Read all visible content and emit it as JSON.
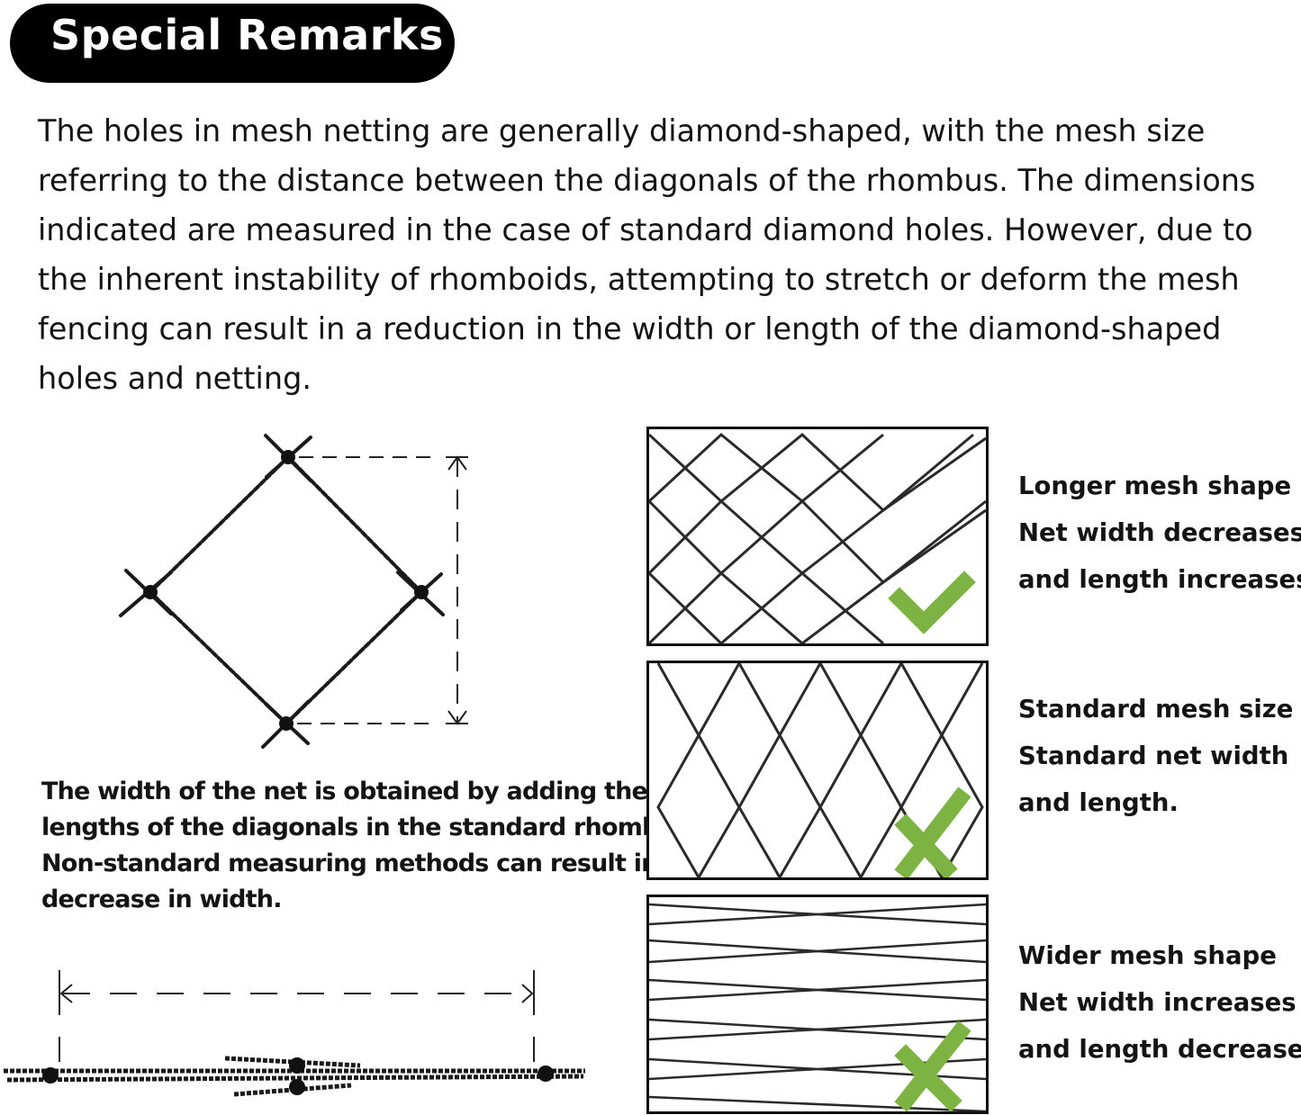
{
  "header": {
    "title": "Special Remarks"
  },
  "intro_lines": [
    "The holes in mesh netting are generally diamond-shaped, with the mesh size",
    "referring to the distance between the diagonals of the rhombus. The dimensions",
    "indicated are measured in the case of standard diamond holes. However, due to",
    "the inherent instability of rhomboids, attempting to stretch or deform the mesh",
    "fencing can result in a reduction in the width or length of the diamond-shaped",
    "holes and netting."
  ],
  "caption_lines": [
    "The width of the net is obtained by adding the",
    "lengths of the diagonals in the standard rhombus.",
    "Non-standard measuring methods can result in a",
    "decrease in width."
  ],
  "panels": [
    {
      "lines": [
        "Longer mesh shape",
        "Net width decreases",
        "and length increases."
      ],
      "mark": "check-icon"
    },
    {
      "lines": [
        "Standard mesh size",
        "Standard net width",
        "and length."
      ],
      "mark": "cross-icon"
    },
    {
      "lines": [
        "Wider mesh shape",
        "Net width increases",
        "and length decreases."
      ],
      "mark": "cross-icon"
    }
  ],
  "colors": {
    "header_bg": "#000000",
    "header_text": "#ffffff",
    "mark_green": "#7cb342",
    "net_line": "#2a2a2a"
  }
}
